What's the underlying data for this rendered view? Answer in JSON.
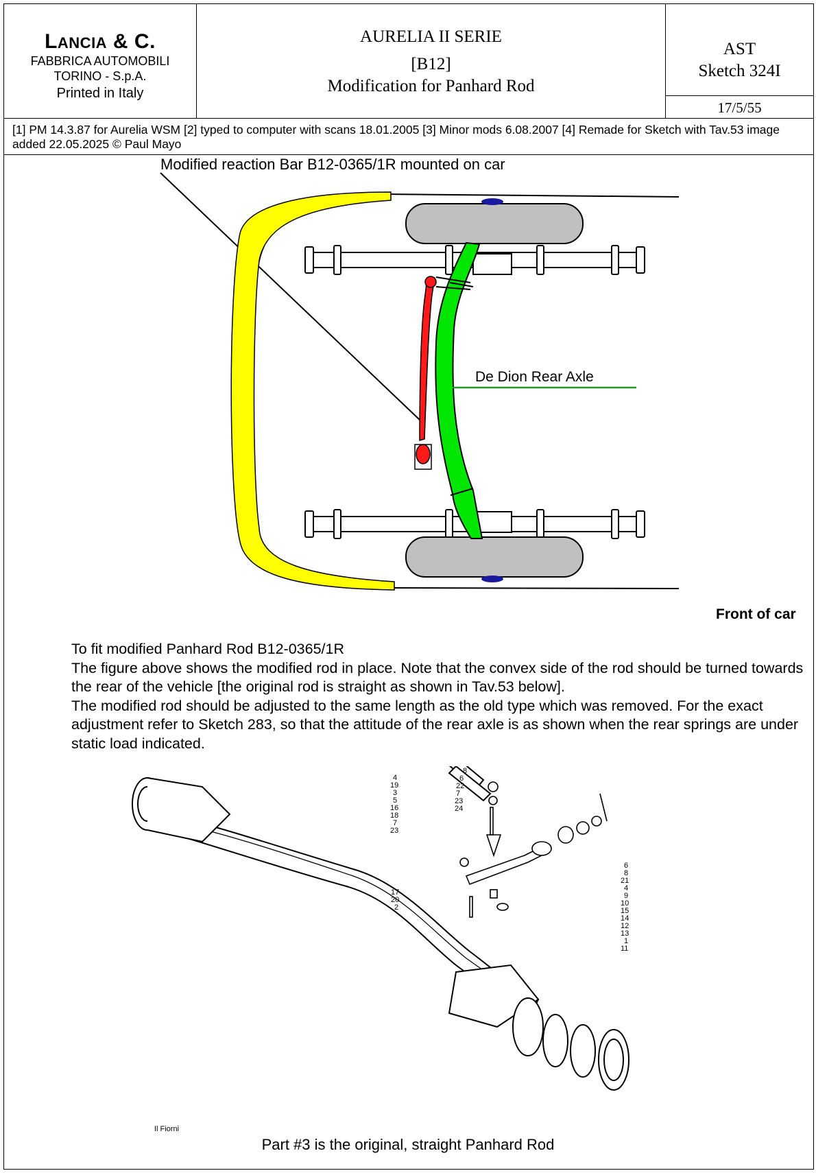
{
  "header": {
    "maker": {
      "cap": "L",
      "rest": "ANCIA",
      "amp": " & C."
    },
    "maker_line1": "FABBRICA AUTOMOBILI",
    "maker_line2": "TORINO - S.p.A.",
    "maker_line3": "Printed in Italy",
    "title_line1": "AURELIA II SERIE",
    "title_line2": "[B12]",
    "title_line3": "Modification for Panhard Rod",
    "ref_line1": "AST",
    "ref_line2": "Sketch 324I",
    "date": "17/5/55"
  },
  "history": "[1]  PM 14.3.87 for Aurelia WSM [2] typed to computer with scans 18.01.2005 [3]  Minor mods 6.08.2007 [4] Remade for Sketch with Tav.53 image added 22.05.2025 © Paul Mayo",
  "figure1": {
    "caption": "Modified reaction Bar B12-0365/1R mounted on car",
    "axle_label": "De Dion Rear Axle",
    "front_label": "Front of car",
    "colors": {
      "body_shell": "#ffff00",
      "axle": "#00ff00",
      "panhard_rod": "#ff0000",
      "wheels": "#c0c0c0"
    }
  },
  "instructions": {
    "heading": "To fit modified Panhard Rod B12-0365/1R",
    "para1": "The figure above shows the modified rod in place.  Note that the convex side of the rod should be turned towards the rear of the vehicle [the original rod is straight as shown in Tav.53 below].",
    "para2": "The modified rod should be adjusted to the same length as the old type which was removed.  For the exact adjustment refer to Sketch 283, so that the attitude of the rear axle is as shown when the rear springs are under static load indicated."
  },
  "figure2": {
    "labels_top": [
      "8",
      "6",
      "22",
      "7",
      "23",
      "24"
    ],
    "labels_mid": [
      "4",
      "19",
      "3",
      "5",
      "16",
      "18",
      "7",
      "23"
    ],
    "labels_right": [
      "6",
      "8",
      "21",
      "4",
      "9",
      "10",
      "15",
      "14",
      "12",
      "13",
      "1",
      "11"
    ],
    "labels_bottom": [
      "17",
      "20",
      "2"
    ],
    "signature": "Il Fiorni",
    "caption": "Part #3 is the original, straight Panhard Rod"
  }
}
